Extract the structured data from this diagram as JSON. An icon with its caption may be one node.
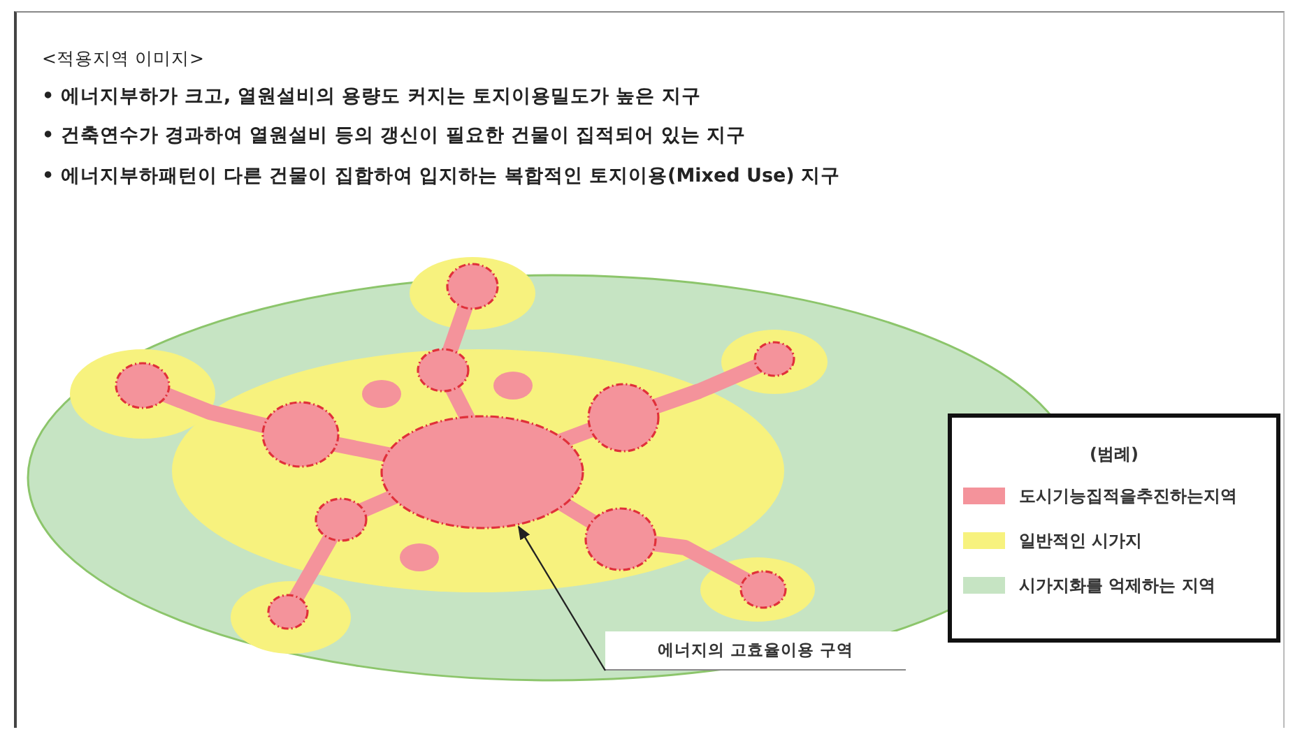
{
  "diagram": {
    "nodes": [
      {
        "text": [
          "에너지의 고효율이용 구역"
        ]
      },
      {
        "text": [],
        "shape": "circle"
      }
    ],
    "edges": [
      {
        "from": 0,
        "to": 1,
        "arrow": "to"
      }
    ],
    "labels": [
      "<적용지역 이미지>",
      "• 에너지부하가 크고, 열원설비의 용량도 커지는 토지이용밀도가 높은 지구",
      "• 건축연수가 경과하여 열원설비 등의 갱신이 필요한 건물이 집적되어 있는 지구",
      "• 에너지부하패턴이 다른 건물이 집합하여 입지하는 복합적인 토지이용(Mixed Use) 지구",
      "(범례)"
    ],
    "legend": [
      {
        "text": "도시기능집적을추진하는지역",
        "color": "#f4939b"
      },
      {
        "text": "일반적인 시가지",
        "color": "#f7f27e"
      },
      {
        "text": "시가지화를 억제하는 지역",
        "color": "#c6e4c3"
      }
    ]
  }
}
